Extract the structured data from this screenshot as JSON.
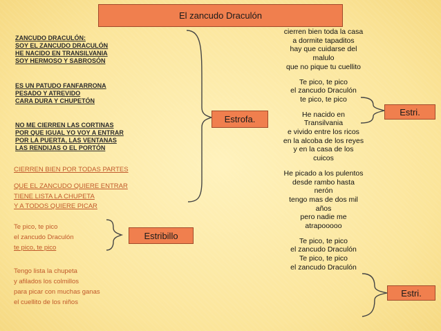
{
  "title": "El zancudo Draculón",
  "labels": {
    "estrofa": "Estrofa.",
    "estribillo": "Estribillo",
    "estri_1": "Estri.",
    "estri_2": "Estri."
  },
  "left": {
    "stanza1": [
      "ZANCUDO DRACULÓN:",
      "SOY EL ZANCUDO DRACULÓN",
      "HE NACIDO EN TRANSILVANIA",
      "SOY HERMOSO Y SABROSÓN"
    ],
    "stanza2": [
      "ES UN PATUDO FANFARRONA",
      "PESADO Y ATREVIDO",
      "CARA DURA Y CHUPETÓN"
    ],
    "stanza3": [
      "NO ME CIERREN LAS CORTINAS",
      "POR QUE IGUAL YO VOY A ENTRAR",
      "POR LA PUERTA, LAS VENTANAS",
      "LAS RENDIJAS O EL PORTÓN"
    ],
    "stanza4_line1": "CIERREN BIEN POR TODAS PARTES",
    "stanza4_rest": [
      "QUE EL ZANCUDO QUIERE ENTRAR",
      "TIENE LISTA LA CHUPETA",
      "Y A TODOS QUIERE PICAR"
    ],
    "chorus": [
      "Te pico, te pico",
      "el zancudo Draculón",
      "te pico, te pico"
    ],
    "stanza5": [
      "Tengo lista la chupeta",
      "y afilados los colmillos",
      "para picar con muchas ganas",
      "el cuellito de los niños"
    ]
  },
  "right": {
    "block1": [
      "cierren bien toda la casa",
      "a dormite tapaditos",
      "hay que cuidarse del",
      "malulo",
      "que no pique tu cuellito"
    ],
    "chorus1": [
      "Te pico, te pico",
      "el zancudo Draculón",
      "te pico, te pico"
    ],
    "block2": [
      "He nacido en",
      "Transilvania",
      "e vivido entre los ricos",
      "en la alcoba de los reyes",
      "y en la casa de los",
      "cuicos"
    ],
    "block3": [
      "He picado a los pulentos",
      "desde rambo hasta",
      "nerón",
      "tengo mas de dos mil",
      "años",
      "pero nadie me",
      "atrapooooo"
    ],
    "chorus2": [
      "Te pico, te pico",
      "el zancudo Draculón",
      "Te pico, te pico",
      "el zancudo Draculón"
    ]
  }
}
